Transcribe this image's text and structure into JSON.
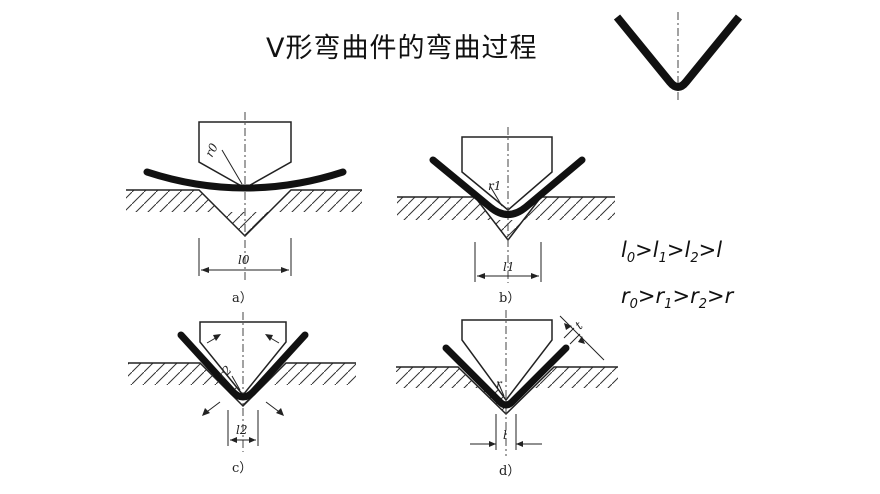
{
  "title": "V形弯曲件的弯曲过程",
  "formula_length": {
    "l0": "l",
    "s0": "0",
    "g1": ">",
    "l1": "l",
    "s1": "1",
    "g2": ">",
    "l2": "l",
    "s2": "2",
    "g3": ">",
    "l3": "l"
  },
  "formula_radius": {
    "r0": "r",
    "s0": "0",
    "g1": ">",
    "r1": "r",
    "s1": "1",
    "g2": ">",
    "r2": "r",
    "s2": "2",
    "g3": ">",
    "r3": "r"
  },
  "panels": {
    "a": {
      "caption": "a）",
      "radius_label": "r0",
      "width_label": "l0"
    },
    "b": {
      "caption": "b）",
      "radius_label": "r1",
      "width_label": "l1"
    },
    "c": {
      "caption": "c）",
      "radius_label": "r2",
      "width_label": "l2"
    },
    "d": {
      "caption": "d）",
      "radius_label": "r",
      "width_label": "l",
      "thickness_label": "t"
    }
  }
}
